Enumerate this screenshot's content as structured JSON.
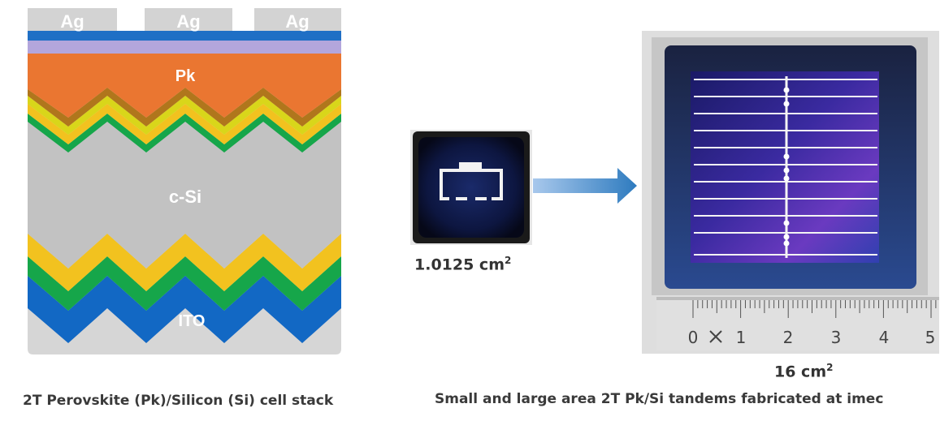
{
  "stack": {
    "contact_labels": [
      "Ag",
      "Ag",
      "Ag"
    ],
    "layer_pk": "Pk",
    "layer_csi": "c-Si",
    "layer_ito": "ITO",
    "colors": {
      "ag": "#d3d3d3",
      "top_blue": "#1f6fc5",
      "lilac": "#b3a6dc",
      "perovskite": "#ea7631",
      "brown": "#b0761c",
      "yellow": "#f2c21f",
      "lime": "#d9d61a",
      "green": "#16a64a",
      "silicon": "#c2c2c2",
      "ito": "#1268c4",
      "bottom": "#d6d6d6"
    }
  },
  "small_cell": {
    "area_value": "1.0125 cm",
    "area_exp": "2"
  },
  "large_cell": {
    "area_value": "16 cm",
    "area_exp": "2",
    "ruler_ticks": [
      "0",
      "1",
      "2",
      "3",
      "4",
      "5"
    ]
  },
  "captions": {
    "left": "2T Perovskite (Pk)/Silicon (Si) cell stack",
    "right": "Small and large area 2T Pk/Si tandems fabricated at imec"
  }
}
